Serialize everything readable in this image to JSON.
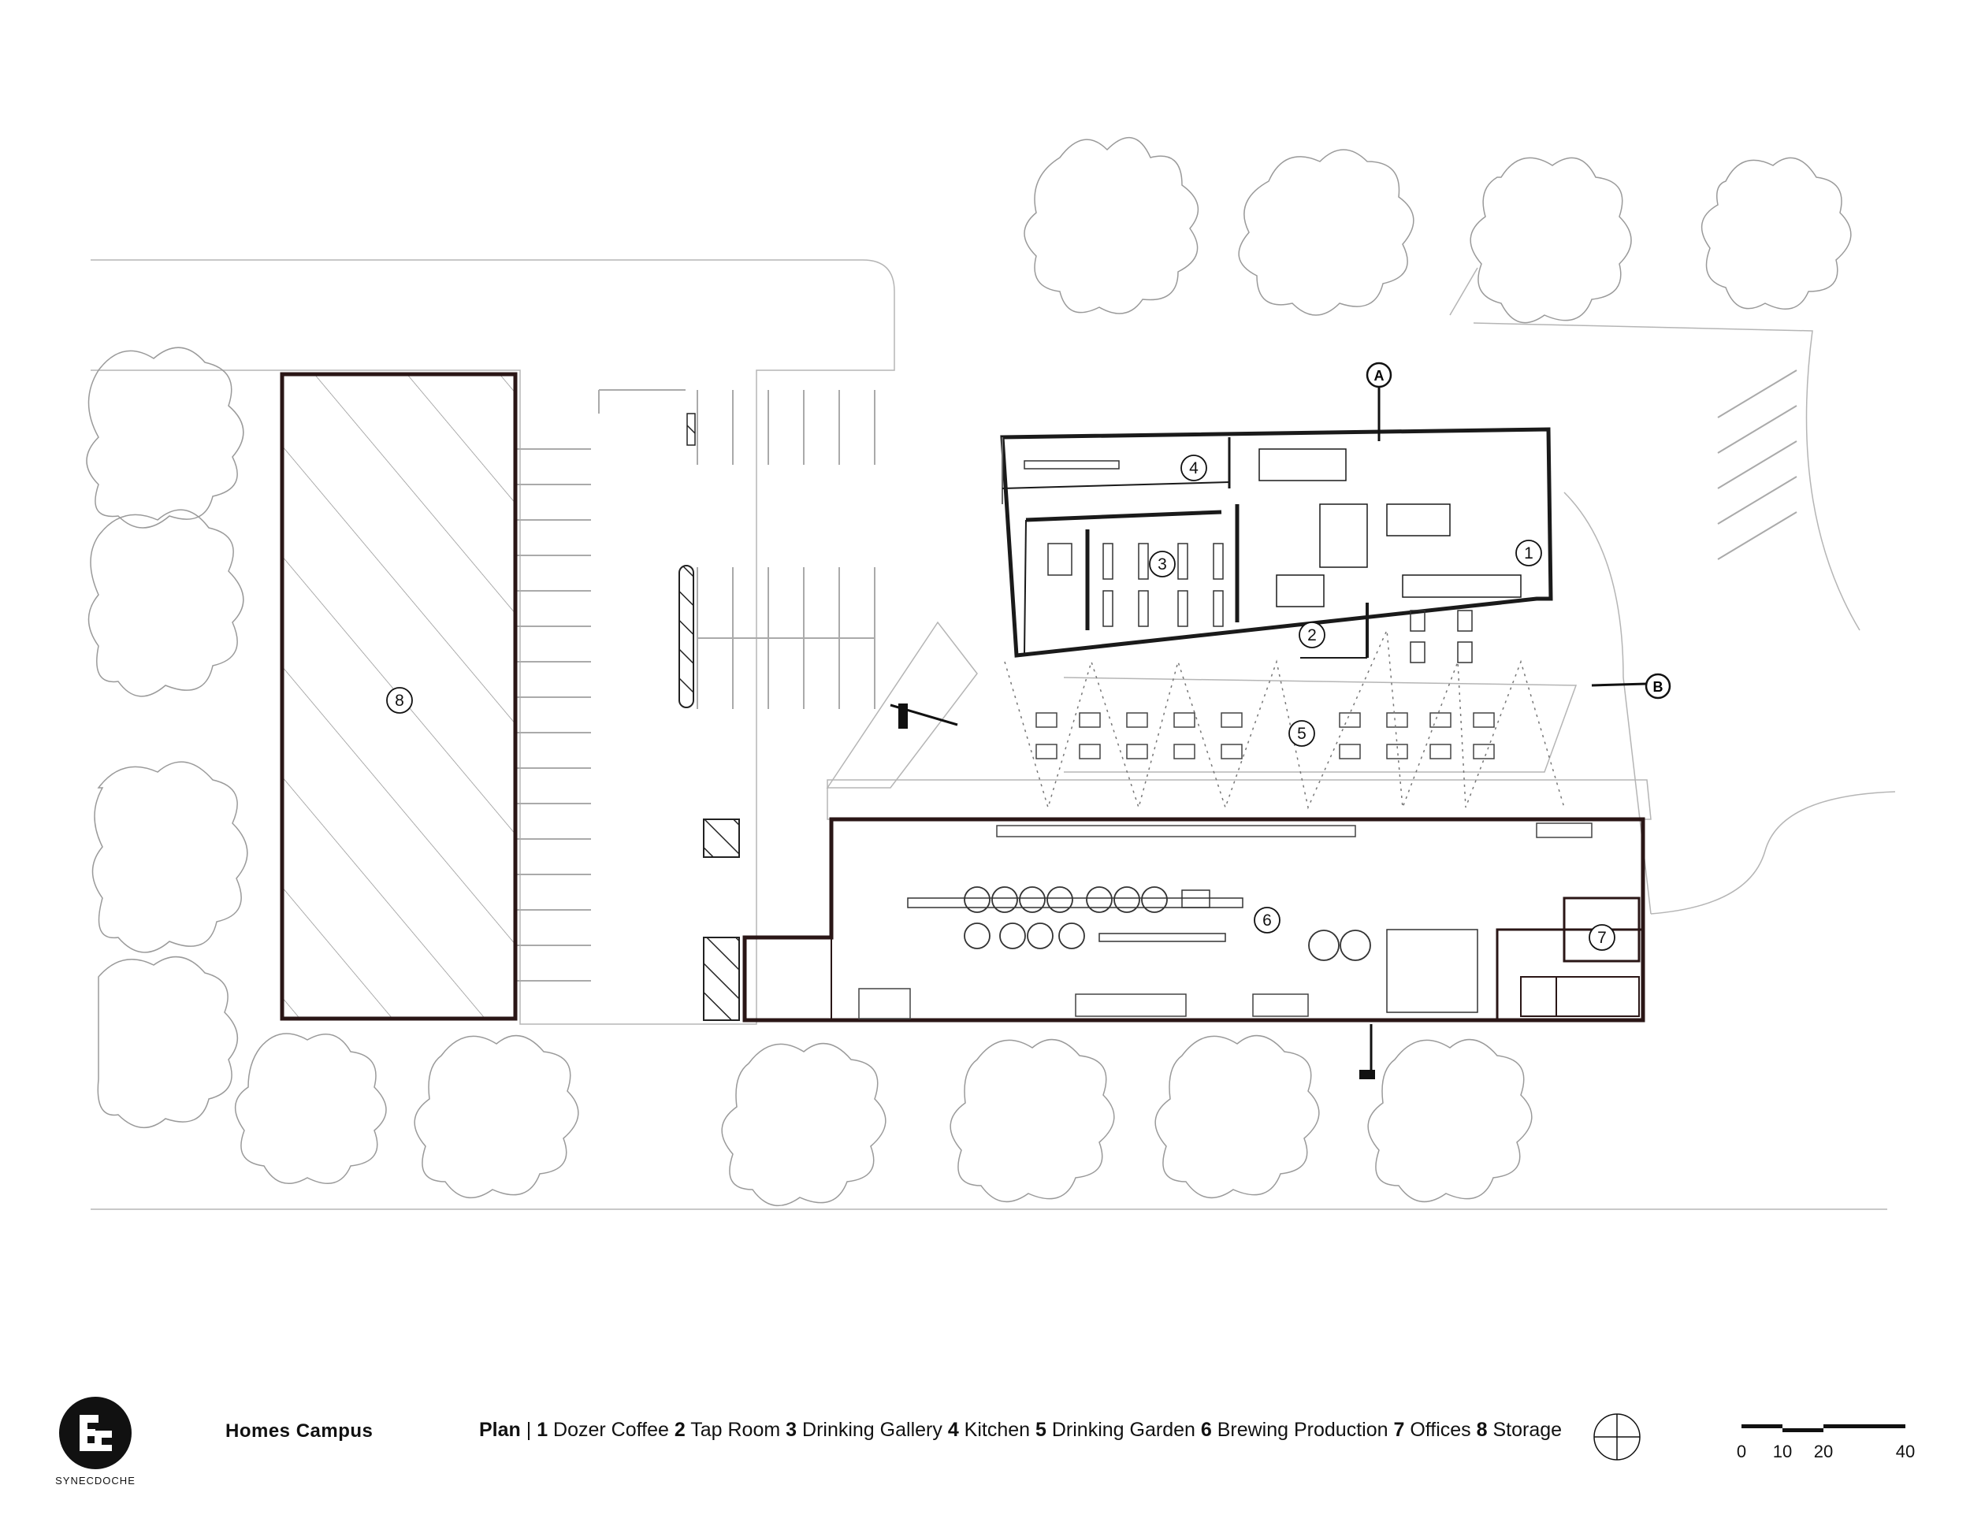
{
  "brand": {
    "name": "SYNECDOCHE"
  },
  "project": {
    "title": "Homes Campus"
  },
  "legend": {
    "lead": "Plan",
    "separator": " | ",
    "items": [
      {
        "num": "1",
        "label": "Dozer Coffee"
      },
      {
        "num": "2",
        "label": "Tap Room"
      },
      {
        "num": "3",
        "label": "Drinking Gallery"
      },
      {
        "num": "4",
        "label": "Kitchen"
      },
      {
        "num": "5",
        "label": "Drinking Garden"
      },
      {
        "num": "6",
        "label": "Brewing Production"
      },
      {
        "num": "7",
        "label": "Offices"
      },
      {
        "num": "8",
        "label": "Storage"
      }
    ]
  },
  "plan": {
    "room_tags": [
      "1",
      "2",
      "3",
      "4",
      "5",
      "6",
      "7",
      "8"
    ],
    "section_markers": [
      "A",
      "B"
    ]
  },
  "scale_bar": {
    "labels": [
      "0",
      "10",
      "20",
      "40"
    ]
  },
  "icons": [
    "north-arrow-icon",
    "tree-icon",
    "synecdoche-logo-icon"
  ],
  "colors": {
    "ink": "#111111",
    "wall": "#2a1616",
    "light_line": "#9a9a9a"
  }
}
